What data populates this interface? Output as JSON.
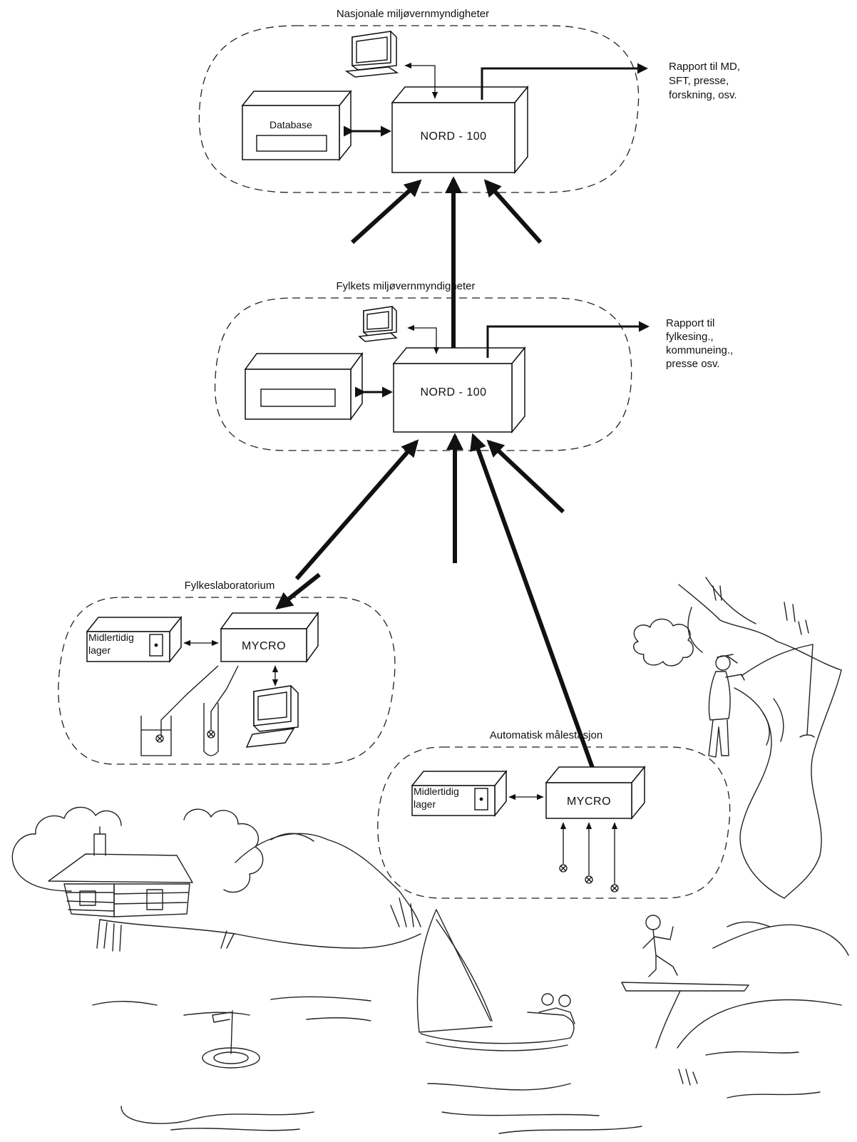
{
  "groups": {
    "national": {
      "title": "Nasjonale miljøvernmyndigheter",
      "computer": "NORD - 100",
      "database": "Database",
      "report": [
        "Rapport til MD,",
        "SFT, presse,",
        "forskning, osv."
      ]
    },
    "county": {
      "title": "Fylkets miljøvernmyndigheter",
      "computer": "NORD - 100",
      "report": [
        "Rapport til",
        "fylkesing.,",
        "kommuneing.,",
        "presse osv."
      ]
    },
    "lab": {
      "title": "Fylkeslaboratorium",
      "computer": "MYCRO",
      "storage": [
        "Midlertidig",
        "lager"
      ]
    },
    "station": {
      "title": "Automatisk målestasjon",
      "computer": "MYCRO",
      "storage": [
        "Midlertidig",
        "lager"
      ]
    }
  }
}
